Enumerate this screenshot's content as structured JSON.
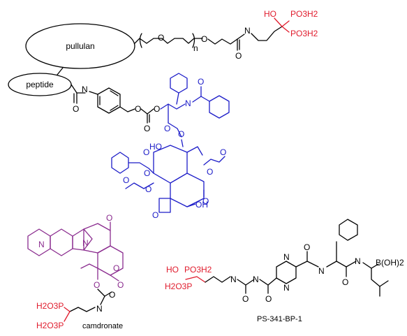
{
  "carrier": {
    "polysaccharide_label": "pullulan",
    "peptide_label": "peptide",
    "repeat_subscript": "n"
  },
  "atoms": {
    "oxygen": "O",
    "nitrogen": "N",
    "hydroxyl": "HO",
    "oh": "OH",
    "phosphonic_1": "PO3H2",
    "phosphonic_2": "PO3H2",
    "phosphonic_3": "H2O3P",
    "phosphonic_4": "H2O3P",
    "phosphonic_5": "PO3H2",
    "phosphonic_6": "H2O3P",
    "boronic": "B(OH)2"
  },
  "captions": {
    "camptothecin_conjugate": "camdronate",
    "bortezomib_conjugate": "PS-341-BP-1"
  },
  "colors": {
    "linker": "#000000",
    "bisphosphonate": "#e01b2c",
    "paclitaxel": "#1c1cc8",
    "camptothecin": "#8a2b8e"
  }
}
